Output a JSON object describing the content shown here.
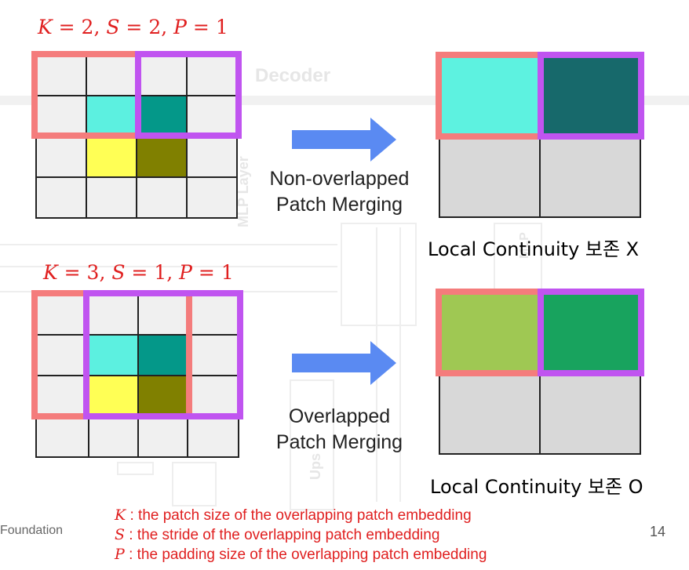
{
  "top_example": {
    "equation": {
      "K": "2",
      "S": "2",
      "P": "1"
    },
    "merge_label": [
      "Non-overlapped",
      "Patch Merging"
    ],
    "result_label": "Local Continuity 보존 X",
    "highlight_colors": {
      "cell_a": "#5cf0e0",
      "cell_b": "#049889",
      "cell_c": "#ffff55",
      "cell_d": "#808000"
    },
    "output_colors": {
      "left": "#5df2e0",
      "right": "#17696b"
    }
  },
  "bottom_example": {
    "equation": {
      "K": "3",
      "S": "1",
      "P": "1"
    },
    "merge_label": [
      "Overlapped",
      "Patch Merging"
    ],
    "result_label": "Local Continuity 보존 O",
    "output_colors": {
      "left": "#9fc853",
      "right": "#18a35e"
    }
  },
  "legend": [
    {
      "symbol": "K",
      "text": " : the patch size of the overlapping patch embedding"
    },
    {
      "symbol": "S",
      "text": " : the stride of the overlapping patch embedding"
    },
    {
      "symbol": "P",
      "text": " : the padding size of the overlapping patch embedding"
    }
  ],
  "background": {
    "decoder": "Decoder",
    "mlp_layer": [
      "MLP",
      "Layer"
    ],
    "mlp": "MLP",
    "upsample": "Ups"
  },
  "footer": "Foundation",
  "page_number": "14",
  "colors": {
    "red_frame": "#f47c7c",
    "purple_frame": "#c054f0",
    "arrow": "#5a8af2",
    "gray_cell": "#d8d8d8",
    "white_cell": "#f0f0f0"
  }
}
